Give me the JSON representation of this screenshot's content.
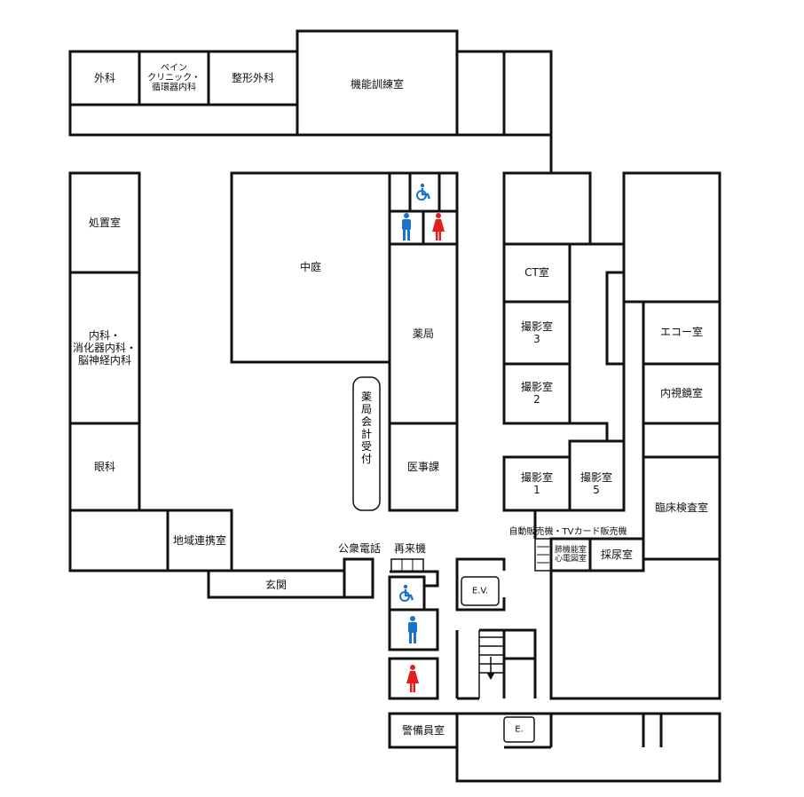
{
  "rooms": {
    "geka": "外科",
    "pain": "ペイン\nクリニック・\n循環器内科",
    "seikei": "整形外科",
    "kinou": "機能訓練室",
    "shochi": "処置室",
    "naika": "内科・\n消化器内科・\n脳神経内科",
    "ganka": "眼科",
    "chiiki": "地域連携室",
    "genkan": "玄関",
    "nakaniwa": "中庭",
    "yakkyoku": "薬局",
    "uketsuke": "薬局会計受付",
    "ijika": "医事課",
    "kouden": "公衆電話",
    "sairai": "再来機",
    "ev": "E.V.",
    "e": "E.",
    "keibi": "警備員室",
    "ct": "CT室",
    "satsuei3": "撮影室\n3",
    "satsuei2": "撮影室\n2",
    "satsuei1": "撮影室\n1",
    "satsuei5": "撮影室\n5",
    "jihan": "自動販売機・TVカード販売機",
    "shinpai": "肺機能室\n心電図室",
    "sainyo": "採尿室",
    "echo": "エコー室",
    "naishikyo": "内視鏡室",
    "rinsho": "臨床検査室"
  },
  "icons": {
    "wheelchair_color": "#1a73c9",
    "male_color": "#1a73c9",
    "female_color": "#e0201c"
  }
}
